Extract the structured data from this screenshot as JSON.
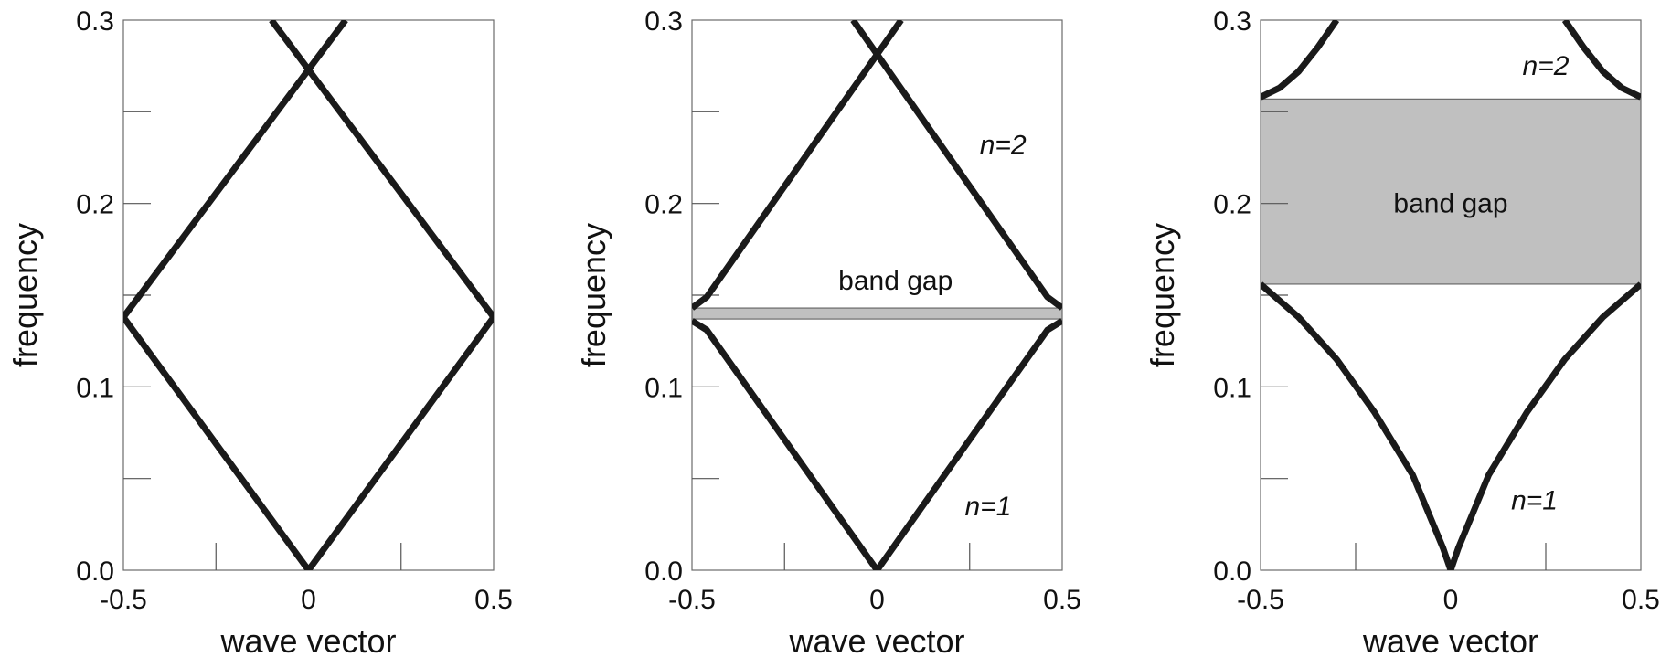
{
  "chart_data": [
    {
      "type": "line",
      "title": "",
      "xlabel": "wave vector",
      "ylabel": "frequency",
      "xlim": [
        -0.5,
        0.5
      ],
      "ylim": [
        0.0,
        0.3
      ],
      "xticks": [
        "-0.5",
        "0",
        "0.5"
      ],
      "yticks": [
        "0.0",
        "0.1",
        "0.2",
        "0.3"
      ],
      "grid": false,
      "series": [
        {
          "x": [
            0.0,
            -0.5,
            0.1
          ],
          "y": [
            0.0,
            0.138,
            0.3
          ]
        },
        {
          "x": [
            0.0,
            0.5,
            -0.1
          ],
          "y": [
            0.0,
            0.138,
            0.3
          ]
        }
      ],
      "band_gap": null,
      "annotations": []
    },
    {
      "type": "line",
      "title": "",
      "xlabel": "wave vector",
      "ylabel": "frequency",
      "xlim": [
        -0.5,
        0.5
      ],
      "ylim": [
        0.0,
        0.3
      ],
      "xticks": [
        "-0.5",
        "0",
        "0.5"
      ],
      "yticks": [
        "0.0",
        "0.1",
        "0.2",
        "0.3"
      ],
      "grid": false,
      "series": [
        {
          "x": [
            -0.5,
            -0.46,
            0.0,
            0.46,
            0.5
          ],
          "y": [
            0.136,
            0.131,
            0.0,
            0.131,
            0.136
          ]
        },
        {
          "x": [
            -0.5,
            -0.46,
            0.065
          ],
          "y": [
            0.143,
            0.149,
            0.3
          ]
        },
        {
          "x": [
            0.5,
            0.46,
            -0.065
          ],
          "y": [
            0.143,
            0.149,
            0.3
          ]
        }
      ],
      "band_gap": {
        "lower": 0.137,
        "upper": 0.143,
        "color": "#c0c0c0"
      },
      "annotations": [
        {
          "text": "band gap",
          "x": 0.05,
          "y": 0.158
        },
        {
          "text": "n=2",
          "x": 0.34,
          "y": 0.232
        },
        {
          "text": "n=1",
          "x": 0.3,
          "y": 0.035
        }
      ]
    },
    {
      "type": "line",
      "title": "",
      "xlabel": "wave vector",
      "ylabel": "frequency",
      "xlim": [
        -0.5,
        0.5
      ],
      "ylim": [
        0.0,
        0.3
      ],
      "xticks": [
        "-0.5",
        "0",
        "0.5"
      ],
      "yticks": [
        "0.0",
        "0.1",
        "0.2",
        "0.3"
      ],
      "grid": false,
      "series": [
        {
          "x": [
            -0.5,
            -0.4,
            -0.3,
            -0.2,
            -0.1,
            -0.02,
            0.0
          ],
          "y": [
            0.156,
            0.138,
            0.115,
            0.086,
            0.052,
            0.012,
            0.0
          ]
        },
        {
          "x": [
            0.0,
            0.02,
            0.1,
            0.2,
            0.3,
            0.4,
            0.5
          ],
          "y": [
            0.0,
            0.012,
            0.052,
            0.086,
            0.115,
            0.138,
            0.156
          ]
        },
        {
          "x": [
            -0.5,
            -0.45,
            -0.4,
            -0.35,
            -0.3
          ],
          "y": [
            0.258,
            0.263,
            0.272,
            0.285,
            0.3
          ]
        },
        {
          "x": [
            0.3,
            0.35,
            0.4,
            0.45,
            0.5
          ],
          "y": [
            0.3,
            0.285,
            0.272,
            0.263,
            0.258
          ]
        }
      ],
      "band_gap": {
        "lower": 0.156,
        "upper": 0.257,
        "color": "#c0c0c0"
      },
      "annotations": [
        {
          "text": "band gap",
          "x": 0.0,
          "y": 0.2
        },
        {
          "text": "n=2",
          "x": 0.25,
          "y": 0.275
        },
        {
          "text": "n=1",
          "x": 0.22,
          "y": 0.038
        }
      ]
    }
  ]
}
